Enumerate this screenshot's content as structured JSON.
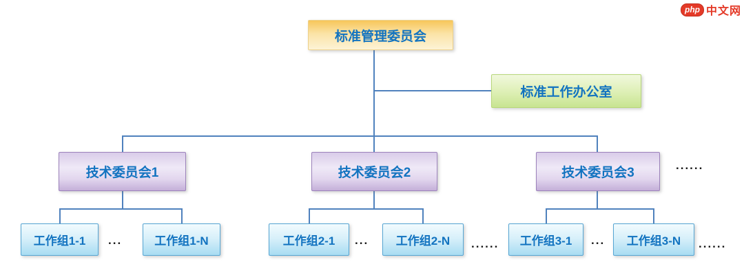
{
  "watermark": {
    "badge": "php",
    "site": "中文网"
  },
  "org": {
    "root": {
      "label": "标准管理委员会"
    },
    "office": {
      "label": "标准工作办公室"
    },
    "committees": [
      {
        "label": "技术委员会1",
        "workgroups": [
          "工作组1-1",
          "工作组1-N"
        ],
        "dots_between": "..."
      },
      {
        "label": "技术委员会2",
        "workgroups": [
          "工作组2-1",
          "工作组2-N"
        ],
        "dots_between": "...",
        "dots_after": "......"
      },
      {
        "label": "技术委员会3",
        "workgroups": [
          "工作组3-1",
          "工作组3-N"
        ],
        "dots_between": "...",
        "dots_after": "......"
      }
    ],
    "committees_dots_after": "......"
  },
  "colors": {
    "node_text": "#1273c0",
    "connector": "#4f81bd",
    "root_fill_top": "#f7c65a",
    "root_fill_bottom": "#fdf3d6",
    "office_fill_top": "#f1f8dd",
    "office_fill_bottom": "#c8e491",
    "committee_fill_top": "#d9cce9",
    "committee_fill_bottom": "#c4afd9",
    "workgroup_fill_top": "#f2fbfe",
    "workgroup_fill_bottom": "#a8dcf2",
    "logo_red": "#e43a28"
  }
}
